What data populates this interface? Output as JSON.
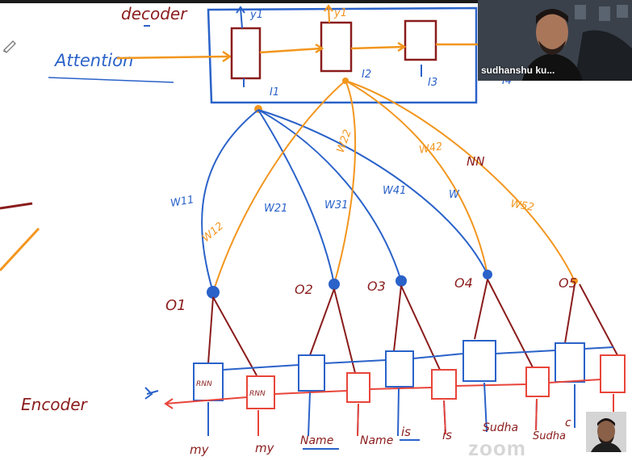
{
  "meeting": {
    "participant_name": "sudhanshu ku...",
    "watermark": "zoom"
  },
  "board": {
    "title_decoder": "decoder",
    "label_attention": "Attention",
    "label_encoder": "Encoder",
    "decoder_outputs": [
      "y1",
      "y1"
    ],
    "decoder_inputs": [
      "I1",
      "I2",
      "I3",
      "I4"
    ],
    "encoder_outputs": [
      "O1",
      "O2",
      "O3",
      "O4",
      "O5"
    ],
    "weights_blue": [
      "W11",
      "W21",
      "W31",
      "W41",
      "W"
    ],
    "weights_orange": [
      "W12",
      "W22",
      "W42",
      "W52"
    ],
    "annotation_nn": "NN",
    "cell_labels": [
      "RNN",
      "RNN"
    ],
    "input_words": [
      "my",
      "my",
      "Name",
      "Name",
      "is",
      "is",
      "Sudha",
      "Sudha",
      "c"
    ]
  },
  "colors": {
    "blue": "#2a62c9",
    "orange": "#f2961e",
    "red": "#e8453a",
    "maroon": "#8a1c1c"
  }
}
